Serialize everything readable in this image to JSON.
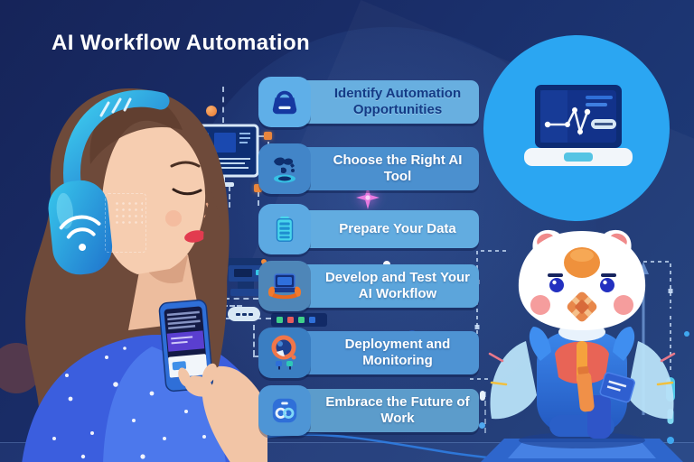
{
  "title": "AI Workflow Automation",
  "steps": [
    {
      "label": "Identify Automation Opportunities",
      "icon": "handbag-icon"
    },
    {
      "label": "Choose the Right AI Tool",
      "icon": "world-map-icon"
    },
    {
      "label": "Prepare Your Data",
      "icon": "data-battery-icon"
    },
    {
      "label": "Develop and Test Your AI Workflow",
      "icon": "laptop-hands-icon"
    },
    {
      "label": "Deployment and Monitoring",
      "icon": "monitoring-lens-icon"
    },
    {
      "label": "Embrace the Future of Work",
      "icon": "infinity-loop-icon"
    }
  ],
  "illustrations": {
    "left": "woman-with-headphones-holding-smartphone",
    "middle": "desktop-monitor-with-connected-nodes",
    "top_right": "laptop-with-workflow-graph-in-cyan-circle",
    "bottom_right": "cat-robot-assistant-on-platform"
  },
  "colors": {
    "background": "#1A2F6B",
    "accent_cyan_circle": "#2BA6F2",
    "banner_blue": "#5CA5DB",
    "banner_text_dark": "#143B86",
    "banner_text_light": "#FFFFFF",
    "node_orange": "#E8853C",
    "headphones_cyan": "#2BB8E8",
    "title_color": "#FFFFFF"
  }
}
